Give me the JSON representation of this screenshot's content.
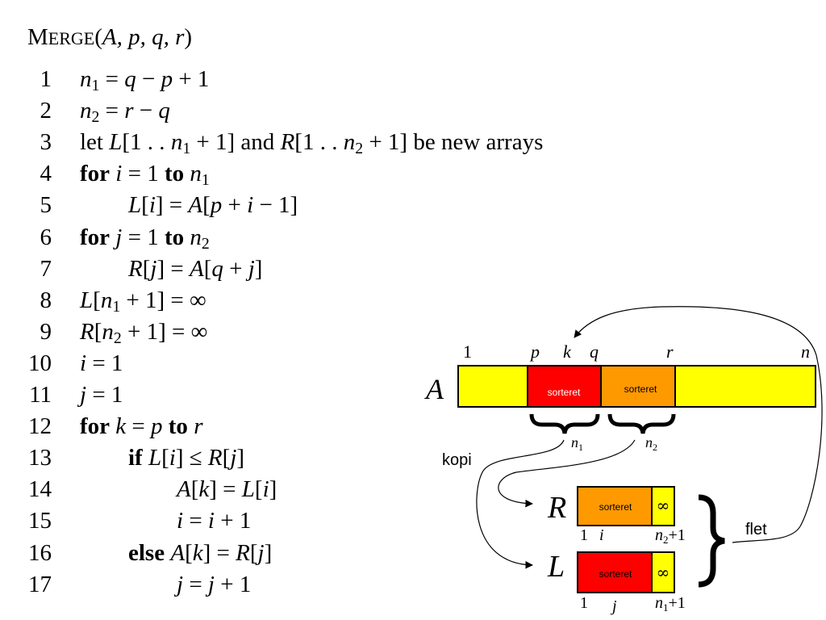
{
  "procedure": {
    "name_first": "M",
    "name_rest": "ERGE",
    "params_open": "(",
    "params": "A, p, q, r",
    "params_close": ")"
  },
  "code_lines": [
    {
      "num": "1",
      "indent": 0,
      "html": "<i>n</i><sub>1</sub> = <i>q</i> − <i>p</i> + 1"
    },
    {
      "num": "2",
      "indent": 0,
      "html": "<i>n</i><sub>2</sub> = <i>r</i> − <i>q</i>"
    },
    {
      "num": "3",
      "indent": 0,
      "html": "let <i>L</i>[1 . . <i>n</i><sub>1</sub> + 1] and <i>R</i>[1 . . <i>n</i><sub>2</sub> + 1] be new arrays"
    },
    {
      "num": "4",
      "indent": 0,
      "html": "<b>for</b> <i>i</i> = 1 <b>to</b> <i>n</i><sub>1</sub>"
    },
    {
      "num": "5",
      "indent": 1,
      "html": "<i>L</i>[<i>i</i>] = <i>A</i>[<i>p</i> + <i>i</i> − 1]"
    },
    {
      "num": "6",
      "indent": 0,
      "html": "<b>for</b> <i>j</i> = 1 <b>to</b> <i>n</i><sub>2</sub>"
    },
    {
      "num": "7",
      "indent": 1,
      "html": "<i>R</i>[<i>j</i>] = <i>A</i>[<i>q</i> + <i>j</i>]"
    },
    {
      "num": "8",
      "indent": 0,
      "html": "<i>L</i>[<i>n</i><sub>1</sub> + 1] = ∞"
    },
    {
      "num": "9",
      "indent": 0,
      "html": "<i>R</i>[<i>n</i><sub>2</sub> + 1] = ∞"
    },
    {
      "num": "10",
      "indent": 0,
      "html": "<i>i</i> = 1"
    },
    {
      "num": "11",
      "indent": 0,
      "html": "<i>j</i> = 1"
    },
    {
      "num": "12",
      "indent": 0,
      "html": "<b>for</b> <i>k</i> = <i>p</i> <b>to</b> <i>r</i>"
    },
    {
      "num": "13",
      "indent": 1,
      "html": "<b>if</b> <i>L</i>[<i>i</i>] ≤ <i>R</i>[<i>j</i>]"
    },
    {
      "num": "14",
      "indent": 2,
      "html": "<i>A</i>[<i>k</i>] = <i>L</i>[<i>i</i>]"
    },
    {
      "num": "15",
      "indent": 2,
      "html": "<i>i</i> = <i>i</i> + 1"
    },
    {
      "num": "16",
      "indent": 1,
      "html": "<b>else</b> <i>A</i>[<i>k</i>] = <i>R</i>[<i>j</i>]"
    },
    {
      "num": "17",
      "indent": 2,
      "html": "<i>j</i> = <i>j</i> + 1"
    }
  ],
  "diagram": {
    "array_a": {
      "name": "A",
      "index_labels": {
        "start": "1",
        "p": "p",
        "k": "k",
        "q": "q",
        "r": "r",
        "end": "n"
      },
      "segment_left_sorted": "sorteret",
      "segment_right_sorted": "sorteret",
      "brace_left_label": "n",
      "brace_left_sub": "1",
      "brace_right_label": "n",
      "brace_right_sub": "2"
    },
    "array_r": {
      "name": "R",
      "sorted_label": "sorteret",
      "sentinel": "∞",
      "index_start": "1",
      "index_pointer": "i",
      "index_end_n": "n",
      "index_end_sub": "2",
      "index_end_suffix": "+1"
    },
    "array_l": {
      "name": "L",
      "sorted_label": "sorteret",
      "sentinel": "∞",
      "index_start": "1",
      "index_pointer": "j",
      "index_end_n": "n",
      "index_end_sub": "1",
      "index_end_suffix": "+1"
    },
    "copy_label": "kopi",
    "merge_label": "flet",
    "colors": {
      "outside": "#ffff00",
      "left_sorted": "#ff0000",
      "right_sorted": "#ff9900",
      "sentinel": "#ffff00",
      "border": "#000000"
    }
  }
}
